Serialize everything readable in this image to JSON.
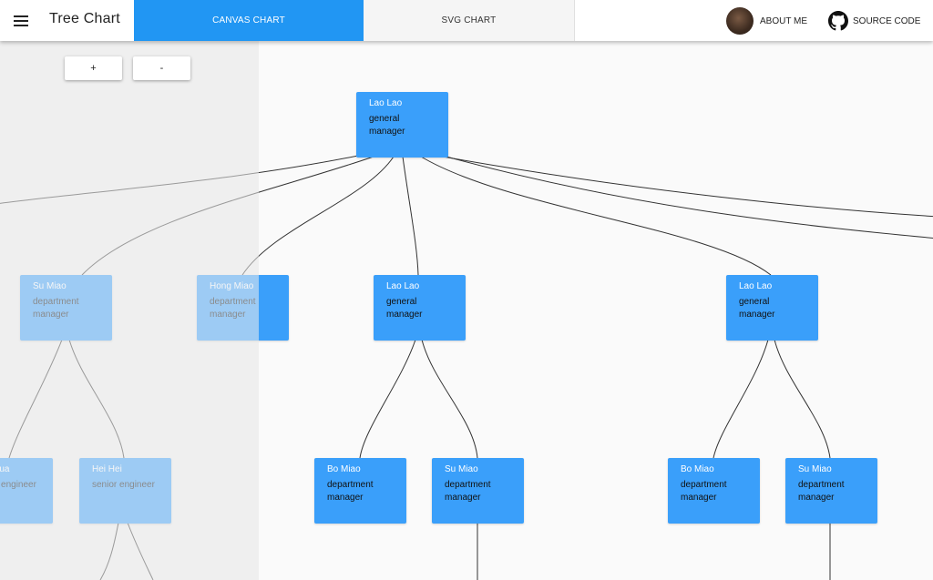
{
  "header": {
    "app_title": "Tree Chart",
    "tabs": [
      {
        "label": "CANVAS CHART",
        "active": true
      },
      {
        "label": "SVG CHART",
        "active": false
      }
    ],
    "about_label": "ABOUT ME",
    "source_label": "SOURCE CODE"
  },
  "zoom": {
    "in_label": "+",
    "out_label": "-"
  },
  "colors": {
    "accent": "#2196f3",
    "node": "#3a9ffa"
  },
  "tree": {
    "root": {
      "name": "Lao Lao",
      "title": "general manager"
    },
    "level1": [
      {
        "name": "Su Miao",
        "title": "department manager"
      },
      {
        "name": "Hong Miao",
        "title": "department manager"
      },
      {
        "name": "Lao Lao",
        "title": "general manager"
      },
      {
        "name": "Lao Lao",
        "title": "general manager"
      }
    ],
    "level2": [
      {
        "name": "Hua Hua",
        "title": "senior engineer"
      },
      {
        "name": "Hei Hei",
        "title": "senior engineer"
      },
      {
        "name": "Bo Miao",
        "title": "department manager"
      },
      {
        "name": "Su Miao",
        "title": "department manager"
      },
      {
        "name": "Bo Miao",
        "title": "department manager"
      },
      {
        "name": "Su Miao",
        "title": "department manager"
      }
    ]
  }
}
